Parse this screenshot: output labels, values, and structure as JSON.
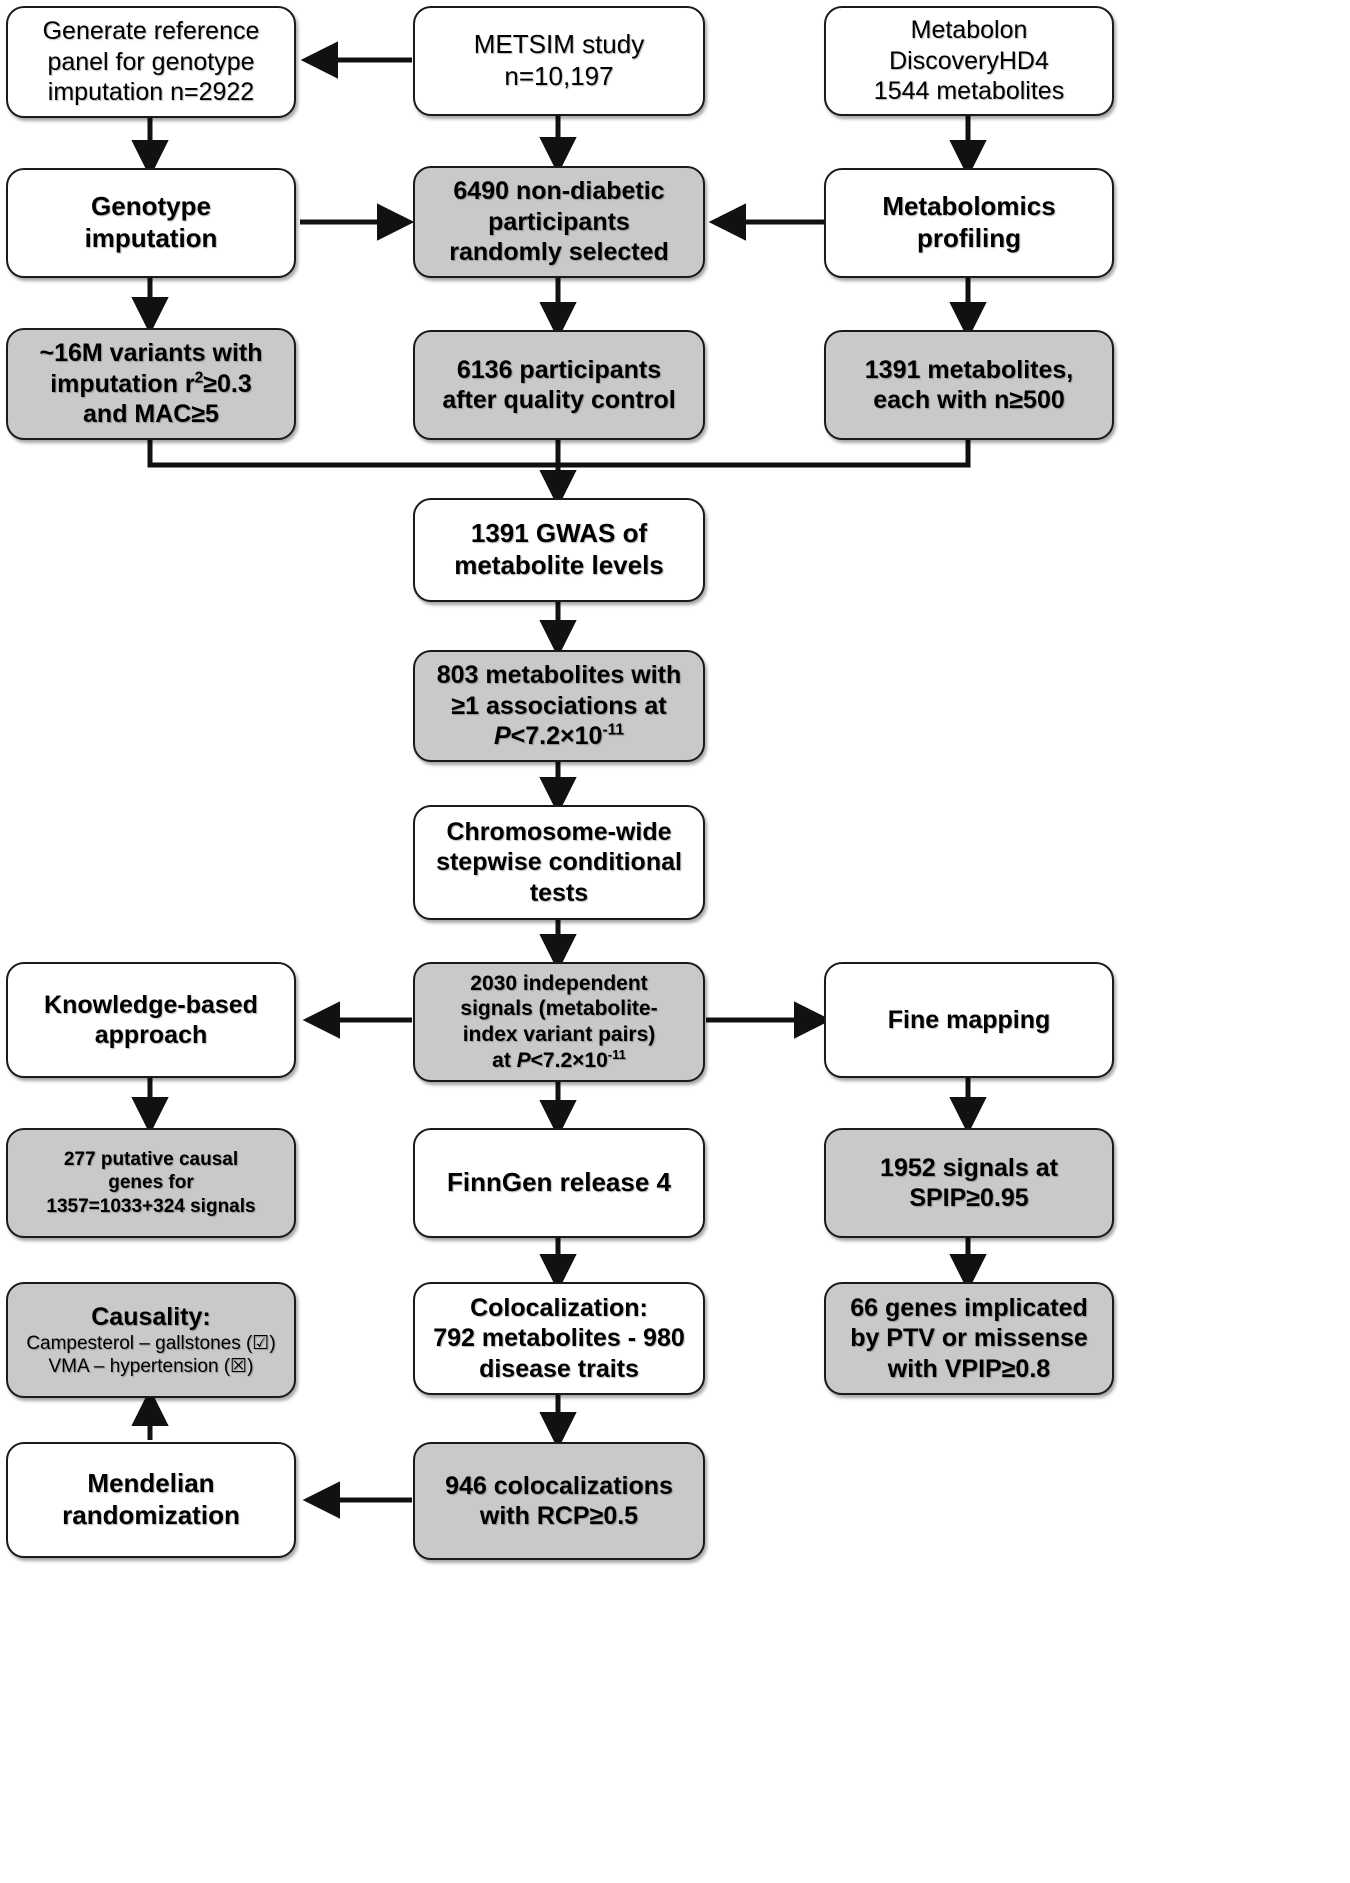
{
  "diagram": {
    "title": "METSIM metabolomics GWAS study flowchart",
    "colors": {
      "shaded_fill": "#c9c9c9",
      "plain_fill": "#ffffff",
      "stroke": "#1a1a1a"
    },
    "nodes": {
      "reference_panel": {
        "lines": [
          "Generate reference",
          "panel for genotype",
          "imputation n=2922"
        ],
        "shaded": false
      },
      "metsim_study": {
        "lines": [
          "METSIM study",
          "n=10,197"
        ],
        "shaded": false
      },
      "metabolon": {
        "lines": [
          "Metabolon",
          "DiscoveryHD4",
          "1544 metabolites"
        ],
        "shaded": false
      },
      "genotype_imputation": {
        "lines": [
          "Genotype",
          "imputation"
        ],
        "shaded": false
      },
      "non_diabetic": {
        "lines": [
          "6490 non-diabetic",
          "participants",
          "randomly selected"
        ],
        "shaded": true
      },
      "metabolomics_profiling": {
        "lines": [
          "Metabolomics",
          "profiling"
        ],
        "shaded": false
      },
      "variants": {
        "line1": "~16M variants with",
        "line2_pre": "imputation r",
        "line2_sup": "2",
        "line2_post": "≥0.3",
        "line3": "and MAC≥5",
        "shaded": true
      },
      "participants_qc": {
        "lines": [
          "6136 participants",
          "after quality control"
        ],
        "shaded": true
      },
      "metabolites_n500": {
        "lines": [
          "1391 metabolites,",
          "each with n≥500"
        ],
        "shaded": true
      },
      "gwas": {
        "lines": [
          "1391 GWAS of",
          "metabolite levels"
        ],
        "shaded": false
      },
      "metabolites_803": {
        "line1": "803 metabolites with",
        "line2": "≥1 associations at",
        "line3_p": "P",
        "line3_rest": "<7.2×10",
        "line3_sup": "-11",
        "shaded": true
      },
      "conditional_tests": {
        "lines": [
          "Chromosome-wide",
          "stepwise conditional",
          "tests"
        ],
        "shaded": false
      },
      "knowledge_based": {
        "lines": [
          "Knowledge-based",
          "approach"
        ],
        "shaded": false
      },
      "signals_2030": {
        "line1": "2030 independent",
        "line2": "signals (metabolite-",
        "line3": "index variant pairs)",
        "line4_pre": "at ",
        "line4_p": "P",
        "line4_rest": "<7.2×10",
        "line4_sup": "-11",
        "shaded": true
      },
      "fine_mapping": {
        "lines": [
          "Fine mapping"
        ],
        "shaded": false
      },
      "causal_genes_277": {
        "lines": [
          "277 putative causal",
          "genes for",
          "1357=1033+324 signals"
        ],
        "shaded": true
      },
      "finngen": {
        "lines": [
          "FinnGen release 4"
        ],
        "shaded": false
      },
      "signals_1952": {
        "lines": [
          "1952 signals at",
          "SPIP≥0.95"
        ],
        "shaded": true
      },
      "causality": {
        "heading": "Causality:",
        "lines": [
          "Campesterol – gallstones (☑)",
          "VMA – hypertension (☒)"
        ],
        "shaded": true
      },
      "colocalization": {
        "lines": [
          "Colocalization:",
          "792 metabolites - 980",
          "disease traits"
        ],
        "shaded": false
      },
      "genes_66": {
        "lines": [
          "66 genes implicated",
          "by PTV or missense",
          "with VPIP≥0.8"
        ],
        "shaded": true
      },
      "mendelian": {
        "lines": [
          "Mendelian",
          "randomization"
        ],
        "shaded": false
      },
      "colocalizations_946": {
        "lines": [
          "946 colocalizations",
          "with RCP≥0.5"
        ],
        "shaded": true
      }
    }
  }
}
